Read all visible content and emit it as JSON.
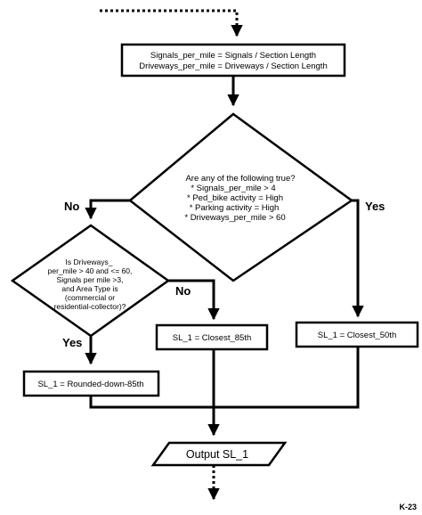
{
  "calc_box": {
    "line1": "Signals_per_mile = Signals / Section Length",
    "line2": "Driveways_per_mile = Driveways / Section Length"
  },
  "decision_main": {
    "line1": "Are any of the following true?",
    "line2": "* Signals_per_mile > 4",
    "line3": "* Ped_bike activity = High",
    "line4": "* Parking activity = High",
    "line5": "* Driveways_per_mile > 60"
  },
  "decision_left": {
    "line1": "Is Driveways_",
    "line2": "per_mile > 40 and <= 60,",
    "line3": "Signals per mile >3,",
    "line4": "and Area Type is",
    "line5": "(commercial or",
    "line6": "residential-collector)?"
  },
  "labels": {
    "no_main": "No",
    "yes_main": "Yes",
    "no_left": "No",
    "yes_left": "Yes"
  },
  "boxes": {
    "closest85": "SL_1 = Closest_85th",
    "closest50": "SL_1 = Closest_50th",
    "rounded85": "SL_1 = Rounded-down-85th"
  },
  "output": {
    "label": "Output SL_1"
  },
  "page_number": "K-23"
}
